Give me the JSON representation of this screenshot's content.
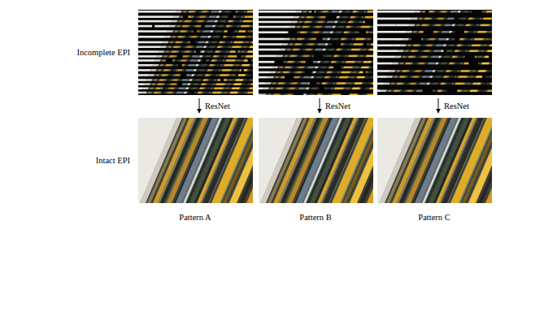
{
  "diagram": {
    "labels": [
      "Incomplete EPI",
      "ResNet",
      "ResNet",
      "ResNet",
      "Intact EPI",
      "Pattern A",
      "Pattern B",
      "Pattern C"
    ]
  }
}
